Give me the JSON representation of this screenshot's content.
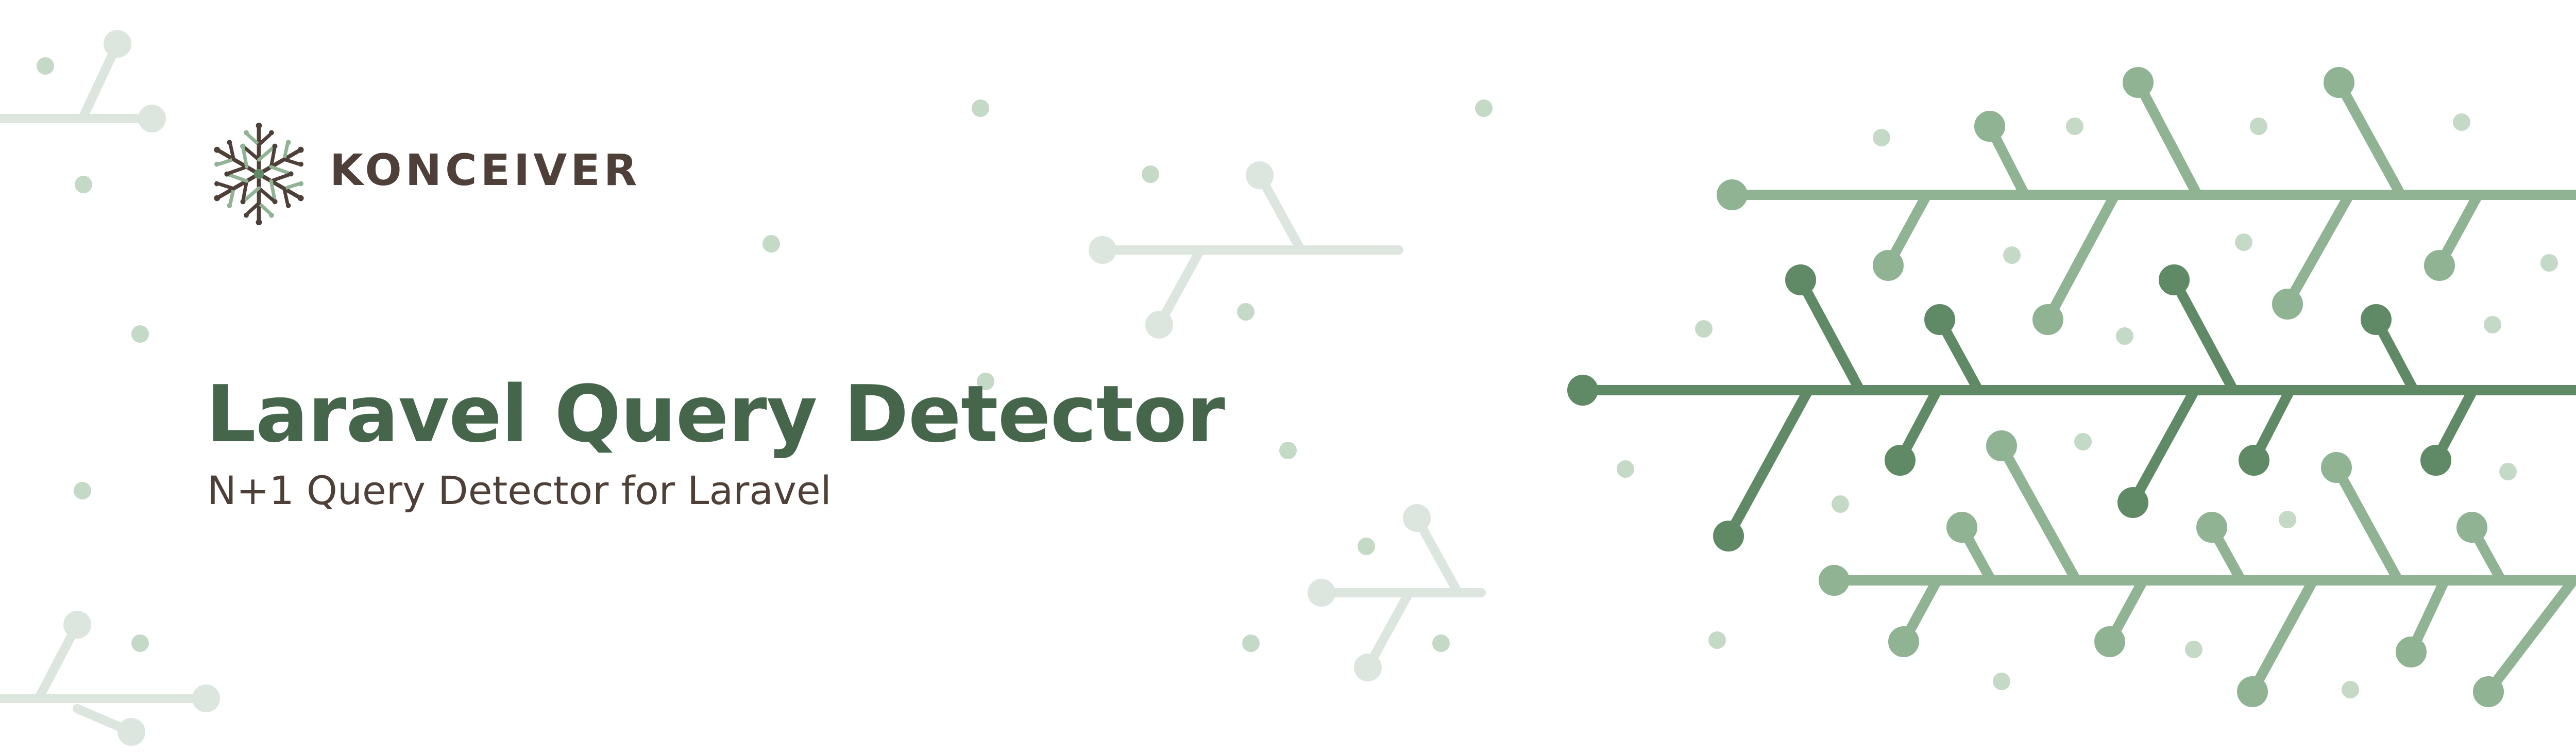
{
  "brand": {
    "name": "KONCEIVER",
    "logo_icon": "snowflake-tree-icon"
  },
  "hero": {
    "title": "Laravel Query Detector",
    "subtitle": "N+1 Query Detector for Laravel"
  },
  "decoration": {
    "motif": "branch-icon"
  },
  "colors": {
    "background": "#ffffff",
    "title": "#46664c",
    "text": "#4e4039",
    "branch_dark": "#5f8a65",
    "branch_light": "#8fb393",
    "branch_faint": "#dde6de",
    "dot": "#c4dac6"
  }
}
